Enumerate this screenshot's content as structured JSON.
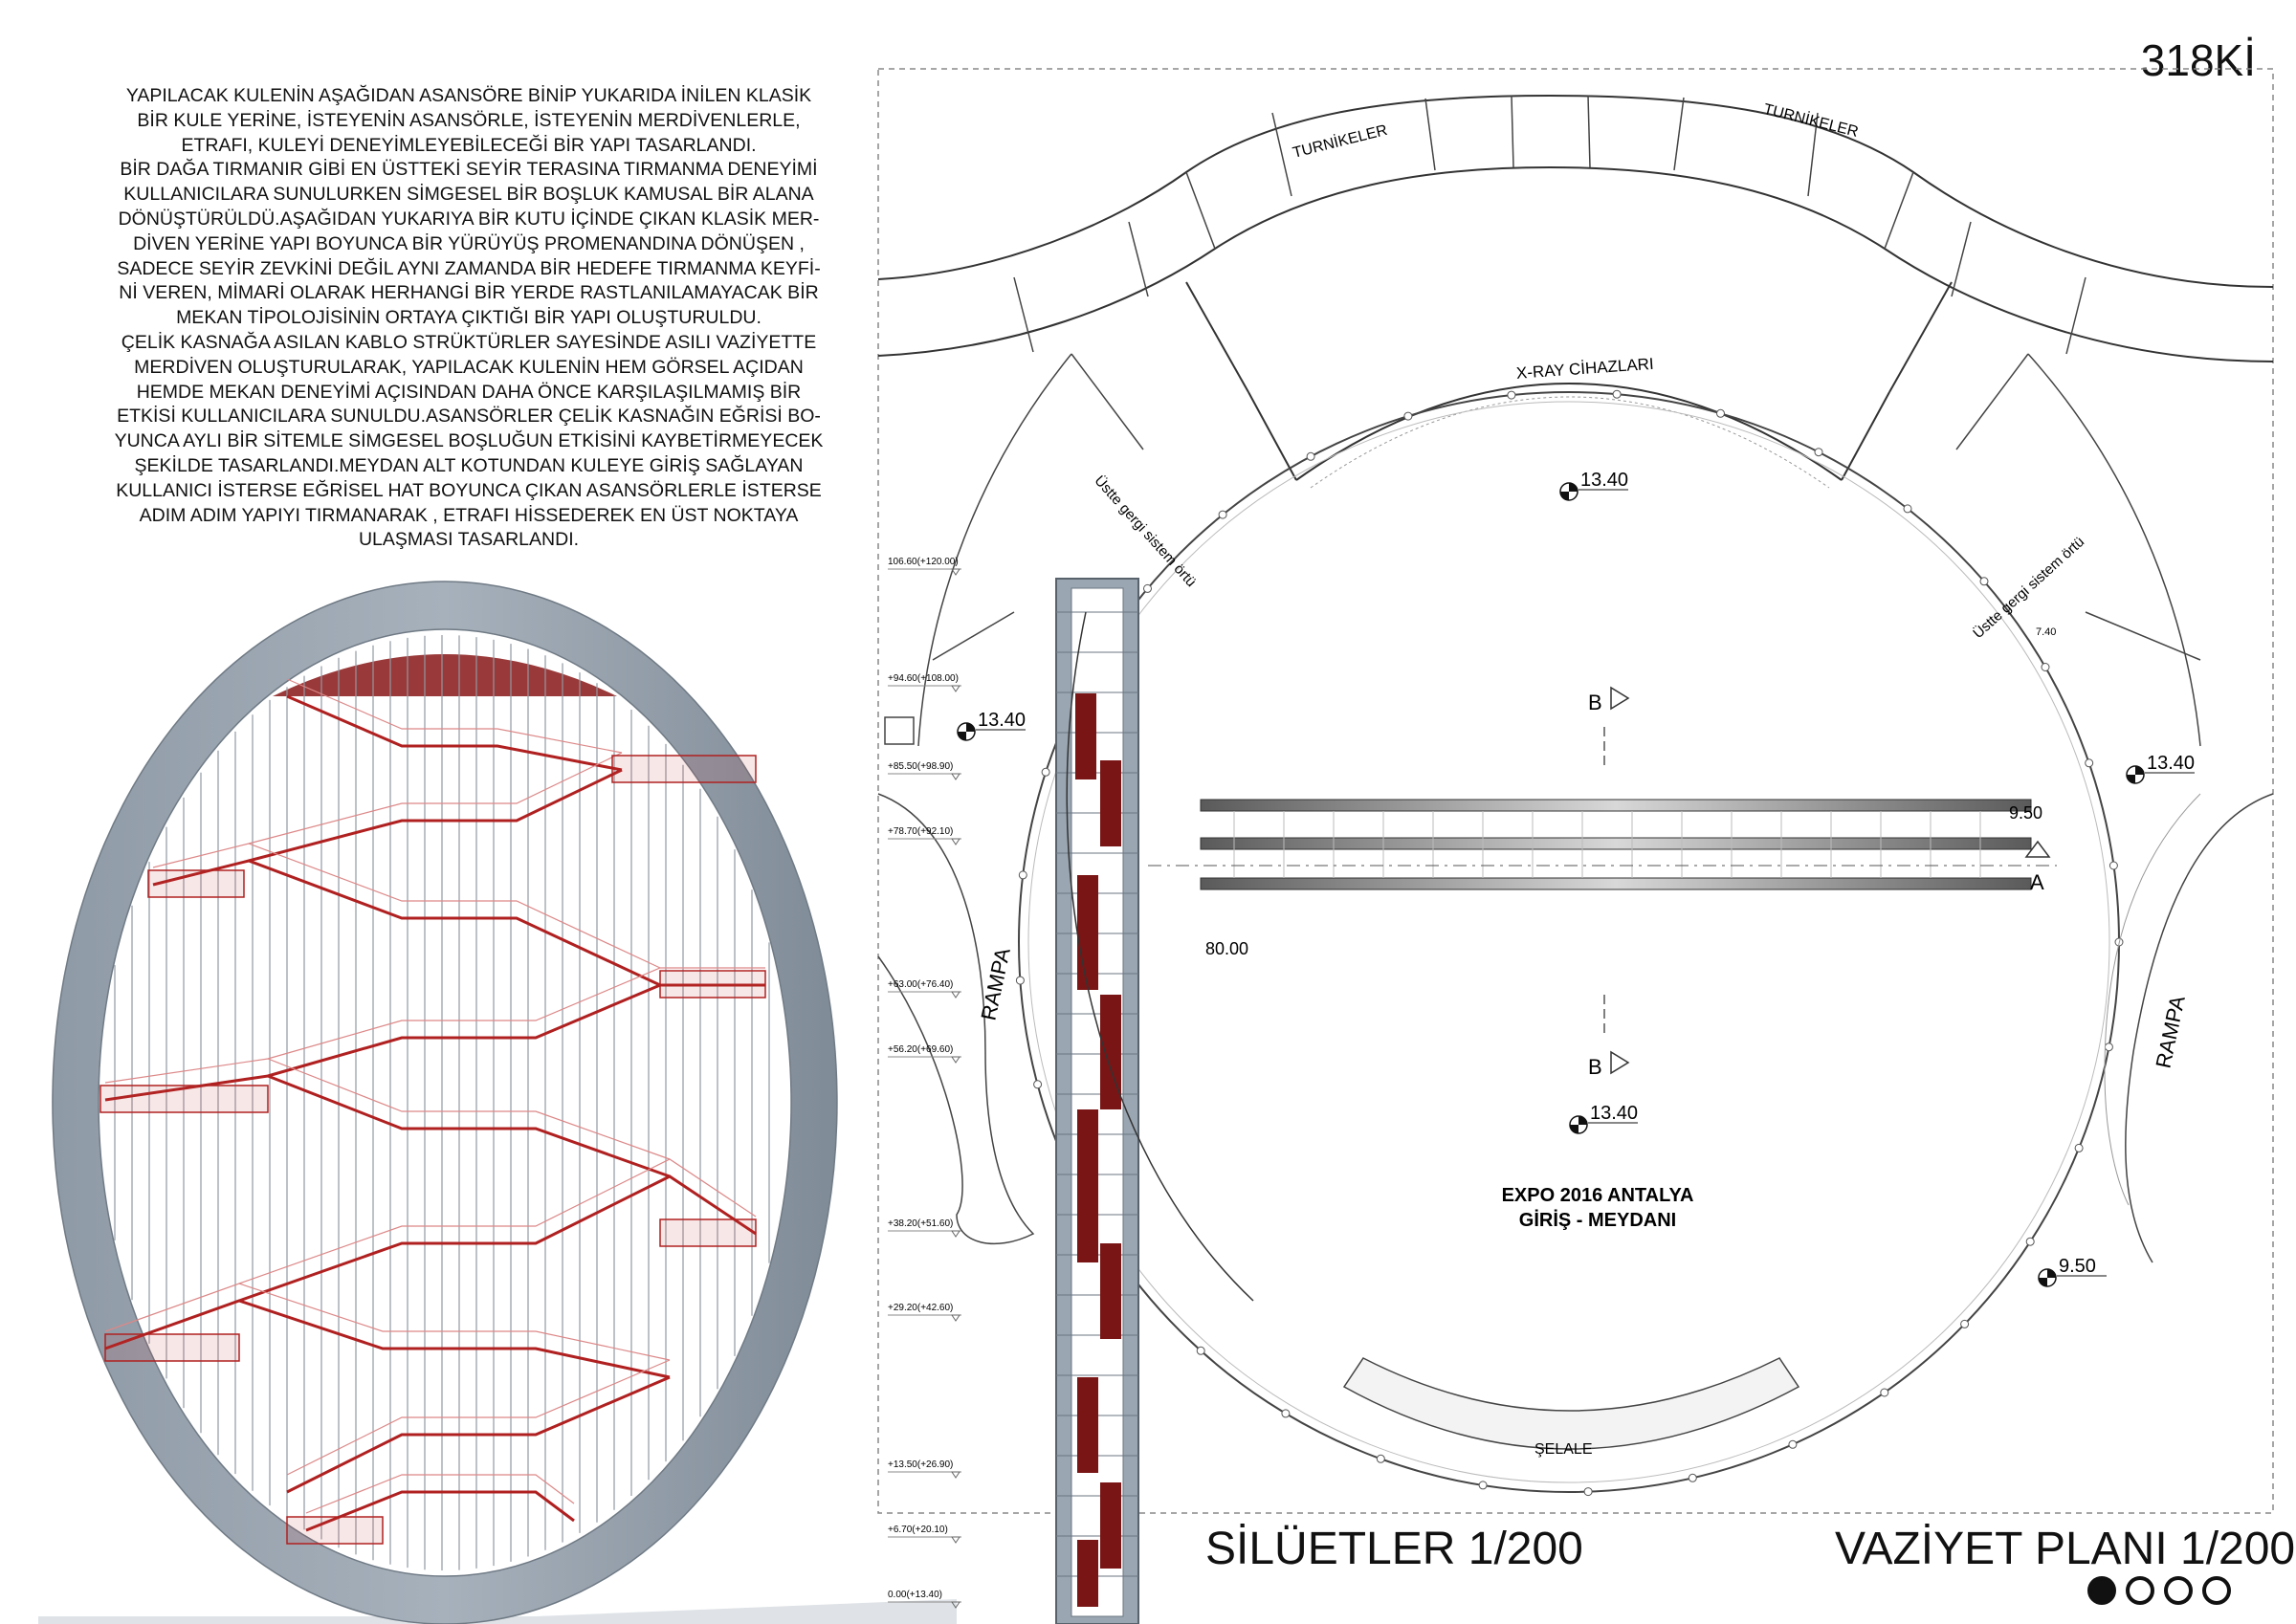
{
  "sheet": {
    "code": "318Kİ",
    "section_title": "SİLÜETLER 1/200",
    "plan_title": "VAZİYET PLANI 1/200",
    "page_indicator": {
      "total": 4,
      "active": 1
    }
  },
  "description": {
    "lines": [
      "YAPILACAK KULENİN AŞAĞIDAN ASANSÖRE BİNİP YUKARIDA İNİLEN KLASİK",
      "BİR KULE YERİNE, İSTEYENİN ASANSÖRLE, İSTEYENİN MERDİVENLERLE,",
      "ETRAFI, KULEYİ DENEYİMLEYEBİLECEĞİ BİR YAPI TASARLANDI.",
      "BİR DAĞA TIRMANIR GİBİ EN ÜSTTEKİ SEYİR TERASINA TIRMANMA DENEYİMİ",
      "KULLANICILARA SUNULURKEN SİMGESEL BİR BOŞLUK KAMUSAL BİR ALANA",
      "DÖNÜŞTÜRÜLDÜ.AŞAĞIDAN YUKARIYA BİR KUTU İÇİNDE ÇIKAN KLASİK MER-",
      "DİVEN YERİNE YAPI BOYUNCA BİR YÜRÜYÜŞ PROMENANDINA DÖNÜŞEN ,",
      "SADECE SEYİR ZEVKİNİ DEĞİL AYNI ZAMANDA BİR HEDEFE TIRMANMA KEYFİ-",
      "Nİ VEREN, MİMARİ OLARAK HERHANGİ BİR YERDE RASTLANILAMAYACAK BİR",
      "MEKAN TİPOLOJİSİNİN ORTAYA ÇIKTIĞI BİR YAPI OLUŞTURULDU.",
      "ÇELİK KASNAĞA ASILAN KABLO STRÜKTÜRLER SAYESİNDE ASILI  VAZİYETTE",
      "MERDİVEN OLUŞTURULARAK, YAPILACAK KULENİN HEM GÖRSEL AÇIDAN",
      "HEMDE MEKAN DENEYİMİ AÇISINDAN DAHA ÖNCE KARŞILAŞILMAMIŞ BİR",
      "ETKİSİ KULLANICILARA SUNULDU.ASANSÖRLER ÇELİK KASNAĞIN EĞRİSİ BO-",
      "YUNCA AYLI BİR SİTEMLE SİMGESEL BOŞLUĞUN ETKİSİNİ KAYBETİRMEYECEK",
      "ŞEKİLDE TASARLANDI.MEYDAN ALT KOTUNDAN KULEYE GİRİŞ SAĞLAYAN",
      "KULLANICI İSTERSE EĞRİSEL HAT BOYUNCA ÇIKAN ASANSÖRLERLE İSTERSE",
      "ADIM ADIM YAPIYI TIRMANARAK , ETRAFI HİSSEDEREK EN ÜST NOKTAYA",
      "ULAŞMASI TASARLANDI."
    ]
  },
  "elevation_levels": [
    "106.60(+120.00)",
    "+94.60(+108.00)",
    "+85.50(+98.90)",
    "+78.70(+92.10)",
    "+63.00(+76.40)",
    "+56.20(+69.60)",
    "+38.20(+51.60)",
    "+29.20(+42.60)",
    "+13.50(+26.90)",
    "+6.70(+20.10)",
    "0.00(+13.40)"
  ],
  "plan": {
    "turnstiles": [
      "TURNİKELER",
      "TURNİKELER"
    ],
    "xray_label": "X-RAY CİHAZLARI",
    "canopy_left": "Üstte gergi sistem  örtü",
    "canopy_right": "Üstte gergi sistem  örtü",
    "ramp_left": "RAMPA",
    "ramp_right": "RAMPA",
    "waterfall": "ŞELALE",
    "expo_line1": "EXPO 2016 ANTALYA",
    "expo_line2": "GİRİŞ - MEYDANI",
    "level_marks": [
      "13.40",
      "13.40",
      "13.40",
      "13.40",
      "9.50",
      "9.50"
    ],
    "section_b_top": "B",
    "section_b_bottom": "B",
    "section_a": "A",
    "dim_950": "9.50",
    "dim_8000": "80.00",
    "dim_740": "7.40"
  }
}
